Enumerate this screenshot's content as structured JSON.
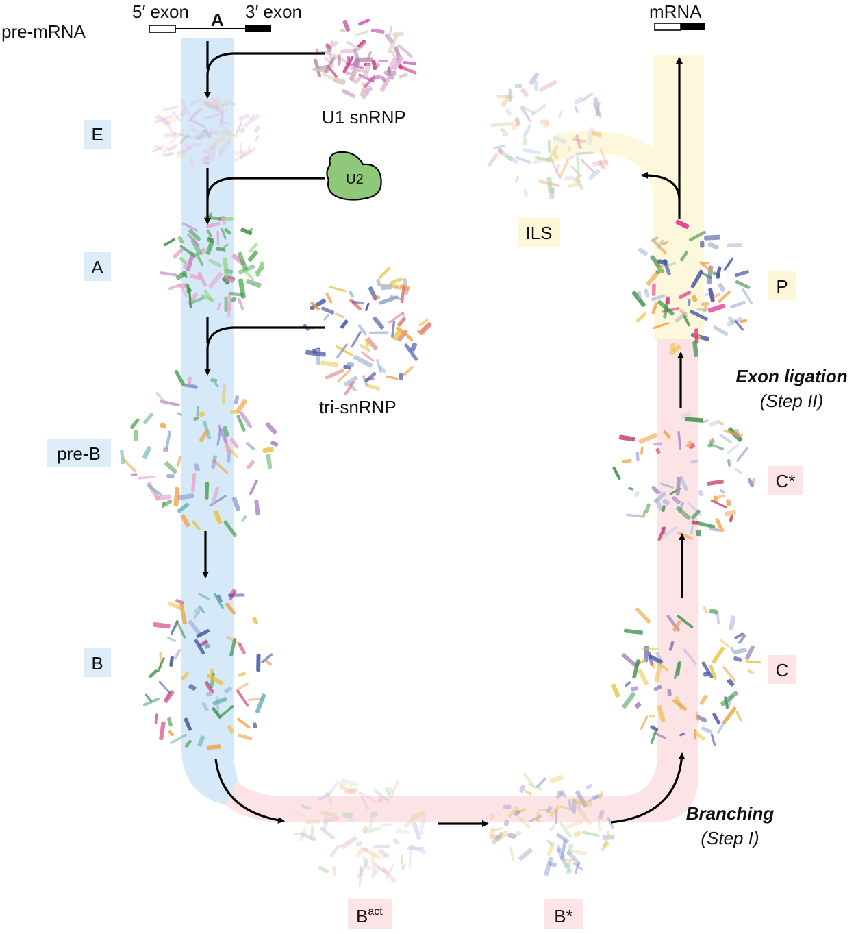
{
  "colors": {
    "blue_lane": "#d6e9f8",
    "pink_lane": "#fbe3e6",
    "yellow_lane": "#fdf7dc",
    "label_blue": "#dcecf8",
    "label_pink": "#fce4e7",
    "label_yellow": "#fdf6d8",
    "u2_fill": "#8fc878"
  },
  "header": {
    "pre_mrna": "pre-mRNA",
    "exon5": "5′ exon",
    "branch_a": "A",
    "exon3": "3′ exon",
    "mrna": "mRNA"
  },
  "factors": {
    "u1": "U1 snRNP",
    "u2": "U2",
    "tri": "tri-snRNP"
  },
  "stages": {
    "e": "E",
    "a": "A",
    "preb": "pre-B",
    "b": "B",
    "bact_base": "B",
    "bact_sup": "act",
    "bstar": "B*",
    "c": "C",
    "cstar": "C*",
    "p": "P",
    "ils": "ILS"
  },
  "steps": {
    "branching": "Branching",
    "branching_step": "(Step I)",
    "exon_ligation": "Exon ligation",
    "exon_ligation_step": "(Step II)"
  }
}
